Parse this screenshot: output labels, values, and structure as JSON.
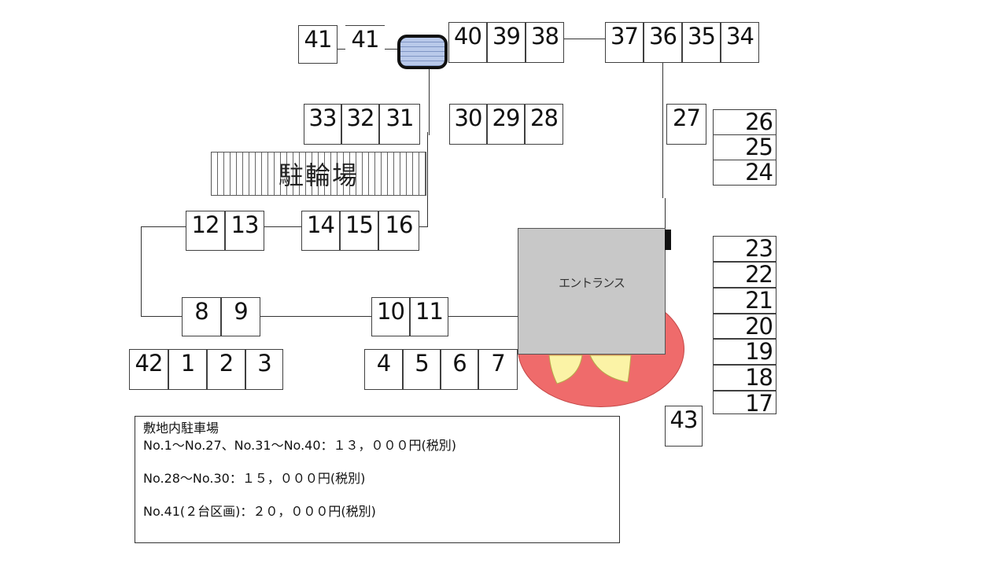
{
  "spots": [
    {
      "label": "41"
    },
    {
      "label": "41"
    },
    {
      "label": "40"
    },
    {
      "label": "39"
    },
    {
      "label": "38"
    },
    {
      "label": "37"
    },
    {
      "label": "36"
    },
    {
      "label": "35"
    },
    {
      "label": "34"
    },
    {
      "label": "33"
    },
    {
      "label": "32"
    },
    {
      "label": "31"
    },
    {
      "label": "30"
    },
    {
      "label": "29"
    },
    {
      "label": "28"
    },
    {
      "label": "27"
    },
    {
      "label": "26"
    },
    {
      "label": "25"
    },
    {
      "label": "24"
    },
    {
      "label": "12"
    },
    {
      "label": "13"
    },
    {
      "label": "14"
    },
    {
      "label": "15"
    },
    {
      "label": "16"
    },
    {
      "label": "8"
    },
    {
      "label": "9"
    },
    {
      "label": "10"
    },
    {
      "label": "11"
    },
    {
      "label": "42"
    },
    {
      "label": "1"
    },
    {
      "label": "2"
    },
    {
      "label": "3"
    },
    {
      "label": "4"
    },
    {
      "label": "5"
    },
    {
      "label": "6"
    },
    {
      "label": "7"
    },
    {
      "label": "23"
    },
    {
      "label": "22"
    },
    {
      "label": "21"
    },
    {
      "label": "20"
    },
    {
      "label": "19"
    },
    {
      "label": "18"
    },
    {
      "label": "17"
    },
    {
      "label": "43"
    }
  ],
  "bike_parking": {
    "label": "駐輪場"
  },
  "entrance": {
    "label": "エントランス"
  },
  "colors": {
    "entrance_circle": "#ef6b6b",
    "entrance_box": "#c8c8c8",
    "lamp": "#b9c9ea",
    "plant": "#fbf3a6"
  },
  "info": {
    "title": "敷地内駐車場",
    "line1": "No.1～No.27、No.31～No.40：１３，０００円(税別)",
    "line2": "No.28～No.30：１５，０００円(税別)",
    "line3": "No.41(２台区画)：２０，０００円(税別)"
  }
}
